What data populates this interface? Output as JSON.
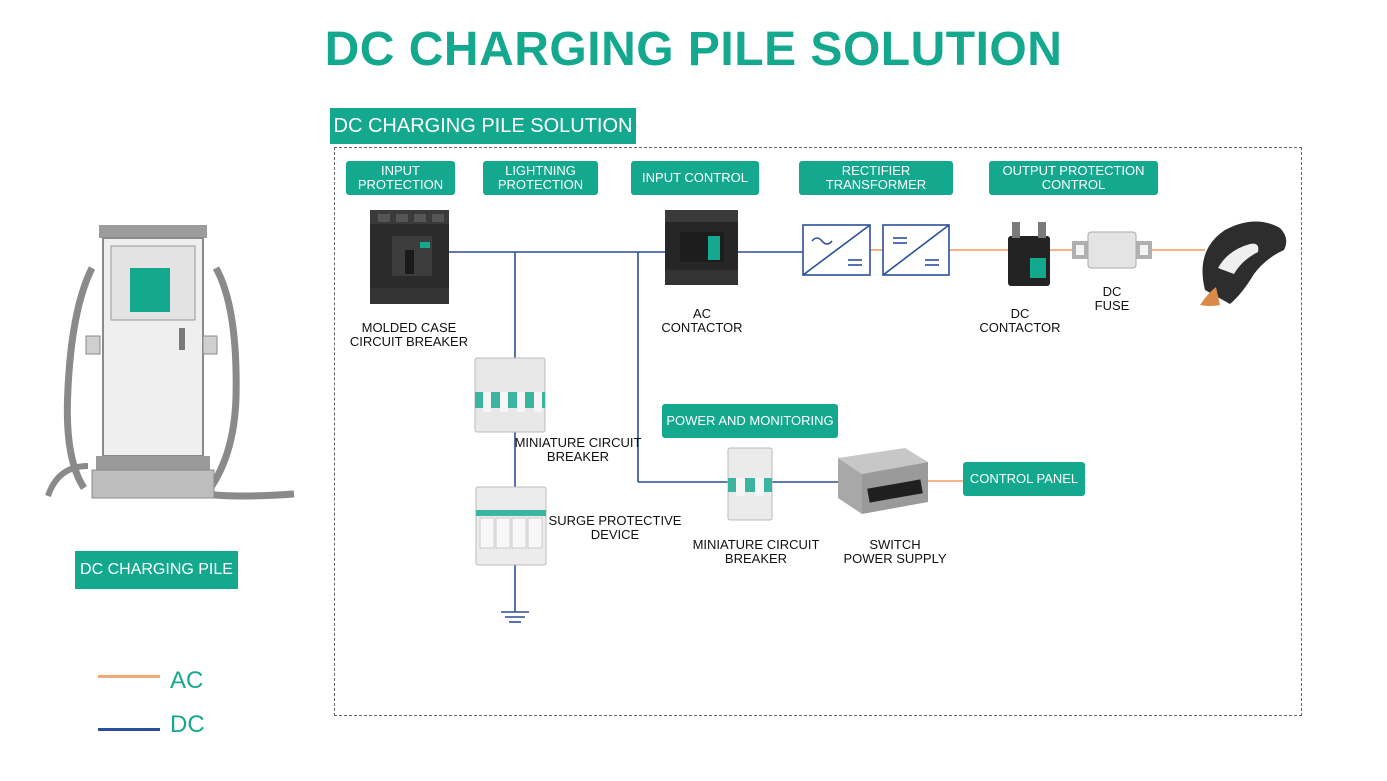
{
  "title": "DC CHARGING PILE SOLUTION",
  "panel_title": "DC CHARGING PILE SOLUTION",
  "stages": [
    {
      "label": "INPUT\nPROTECTION"
    },
    {
      "label": "LIGHTNING\nPROTECTION"
    },
    {
      "label": "INPUT\nCONTROL"
    },
    {
      "label": "RECTIFIER\nTRANSFORMER"
    },
    {
      "label": "OUTPUT PROTECTION\nCONTROL"
    }
  ],
  "power_monitoring_tag": "POWER AND MONITORING",
  "control_panel_tag": "CONTROL PANEL",
  "components": {
    "mccb": "MOLDED CASE\nCIRCUIT BREAKER",
    "mcb_top": "MINIATURE CIRCUIT\nBREAKER",
    "spd": "SURGE PROTECTIVE\nDEVICE",
    "ac_contactor": "AC\nCONTACTOR",
    "dc_contactor": "DC\nCONTACTOR",
    "dc_fuse": "DC\nFUSE",
    "mcb_bottom": "MINIATURE CIRCUIT\nBREAKER",
    "switch_ps": "SWITCH\nPOWER SUPPLY"
  },
  "pile_label": "DC CHARGING PILE",
  "legend": [
    {
      "label": "AC",
      "color": "#f2a977"
    },
    {
      "label": "DC",
      "color": "#2a4f9a"
    }
  ],
  "colors": {
    "accent": "#14a88f",
    "ac": "#f2a977",
    "dc": "#2a4f9a"
  }
}
